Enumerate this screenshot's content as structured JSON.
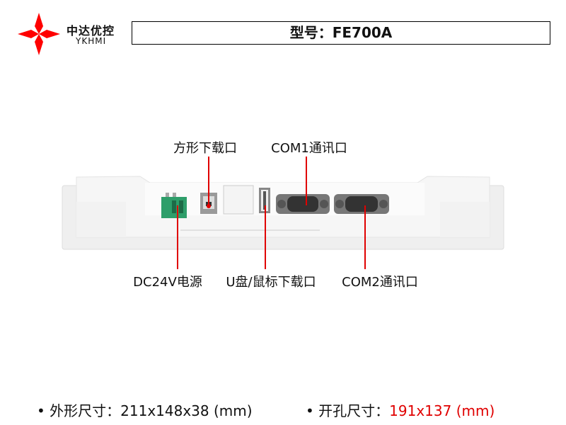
{
  "brand": {
    "name_cn": "中达优控",
    "name_en": "YKHMI",
    "logo_color": "#ff0000"
  },
  "header": {
    "title": "型号：FE700A"
  },
  "labels": {
    "square_download": "方形下载口",
    "com1": "COM1通讯口",
    "power": "DC24V电源",
    "usb": "U盘/鼠标下载口",
    "com2": "COM2通讯口"
  },
  "specs": {
    "dimension_label": "外形尺寸：",
    "dimension_value": "211x148x38 (mm)",
    "cutout_label": "开孔尺寸：",
    "cutout_value": "191x137 (mm)",
    "bullet": "•"
  },
  "colors": {
    "accent": "#e00000"
  }
}
